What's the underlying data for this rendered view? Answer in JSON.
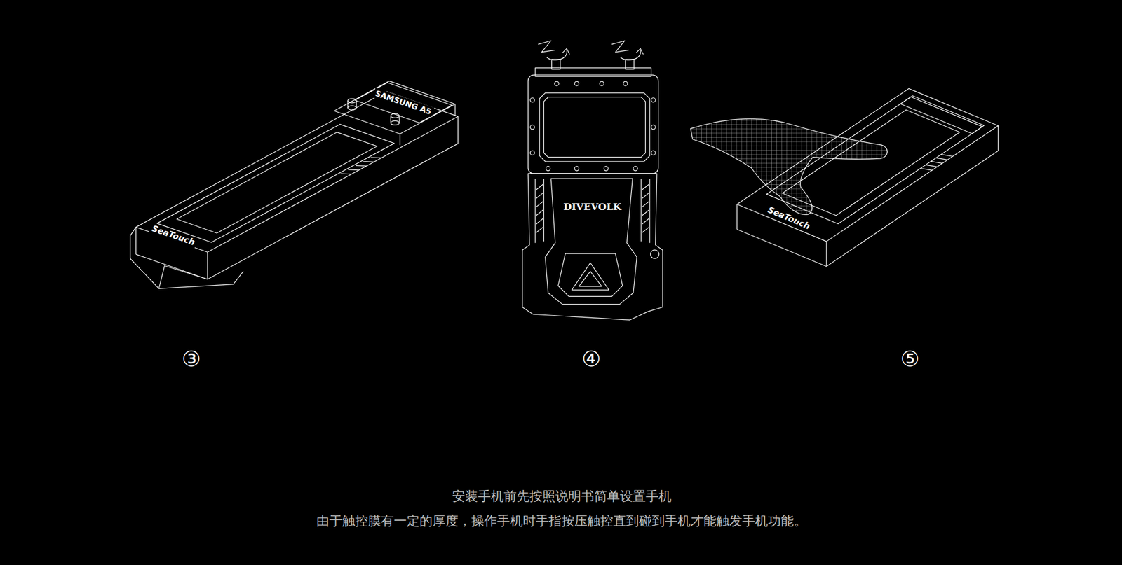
{
  "diagram": {
    "labels": [
      "SAMSUNG A5",
      "SeaTouch",
      "DIVEVOLK",
      "SeaTouch",
      "③",
      "④",
      "⑤",
      "安装手机前先按照说明书简单设置手机",
      "由于触控膜有一定的厚度，操作手机时手指按压触控直到碰到手机才能触发手机功能。"
    ]
  }
}
